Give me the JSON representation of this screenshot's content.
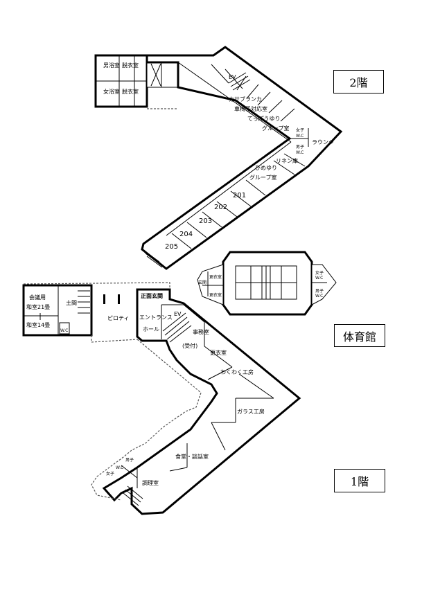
{
  "floor_labels": {
    "second": "2階",
    "gym": "体育館",
    "first": "1階"
  },
  "rooms_2f": {
    "mens_bath": "男浴室",
    "mens_dressing": "脱衣室",
    "womens_bath": "女浴室",
    "womens_dressing": "脱衣室",
    "ev": "EV",
    "casablanca": "カサブランカ",
    "wheelchair": "車椅子対応室",
    "teppouyuri": "てっぽうゆり",
    "group1": "グループ室",
    "wc_women": "女子",
    "wc_men": "男子",
    "wc_mark": "W.C",
    "lounge": "ラウンジ",
    "linen": "リネン庫",
    "himeyuri": "ひめゆり",
    "group2": "グループ室",
    "r201": "201",
    "r202": "202",
    "r203": "203",
    "r204": "204",
    "r205": "205"
  },
  "rooms_gym": {
    "entrance": "玄関",
    "changing1": "更衣室",
    "changing2": "更衣室",
    "wc_women": "女子",
    "wc_men": "男子",
    "wc_mark": "W.C"
  },
  "rooms_1f": {
    "japanese_room_line1": "会議用",
    "japanese_room_line2": "和室21畳",
    "japanese_room_line3": "和室14畳",
    "doma": "土間",
    "wc_mark": "W.C",
    "piloti": "ピロティ",
    "main_entrance": "正面玄関",
    "entrance": "エントランス",
    "hall": "ホール",
    "ev": "EV",
    "office": "事務室",
    "reception": "(受付)",
    "changing": "更衣室",
    "wakuwaku": "わくわく工房",
    "glass": "ガラス工房",
    "dining": "食堂・談話室",
    "wc_men": "男子",
    "wc_women": "女子",
    "kitchen": "調理室"
  }
}
